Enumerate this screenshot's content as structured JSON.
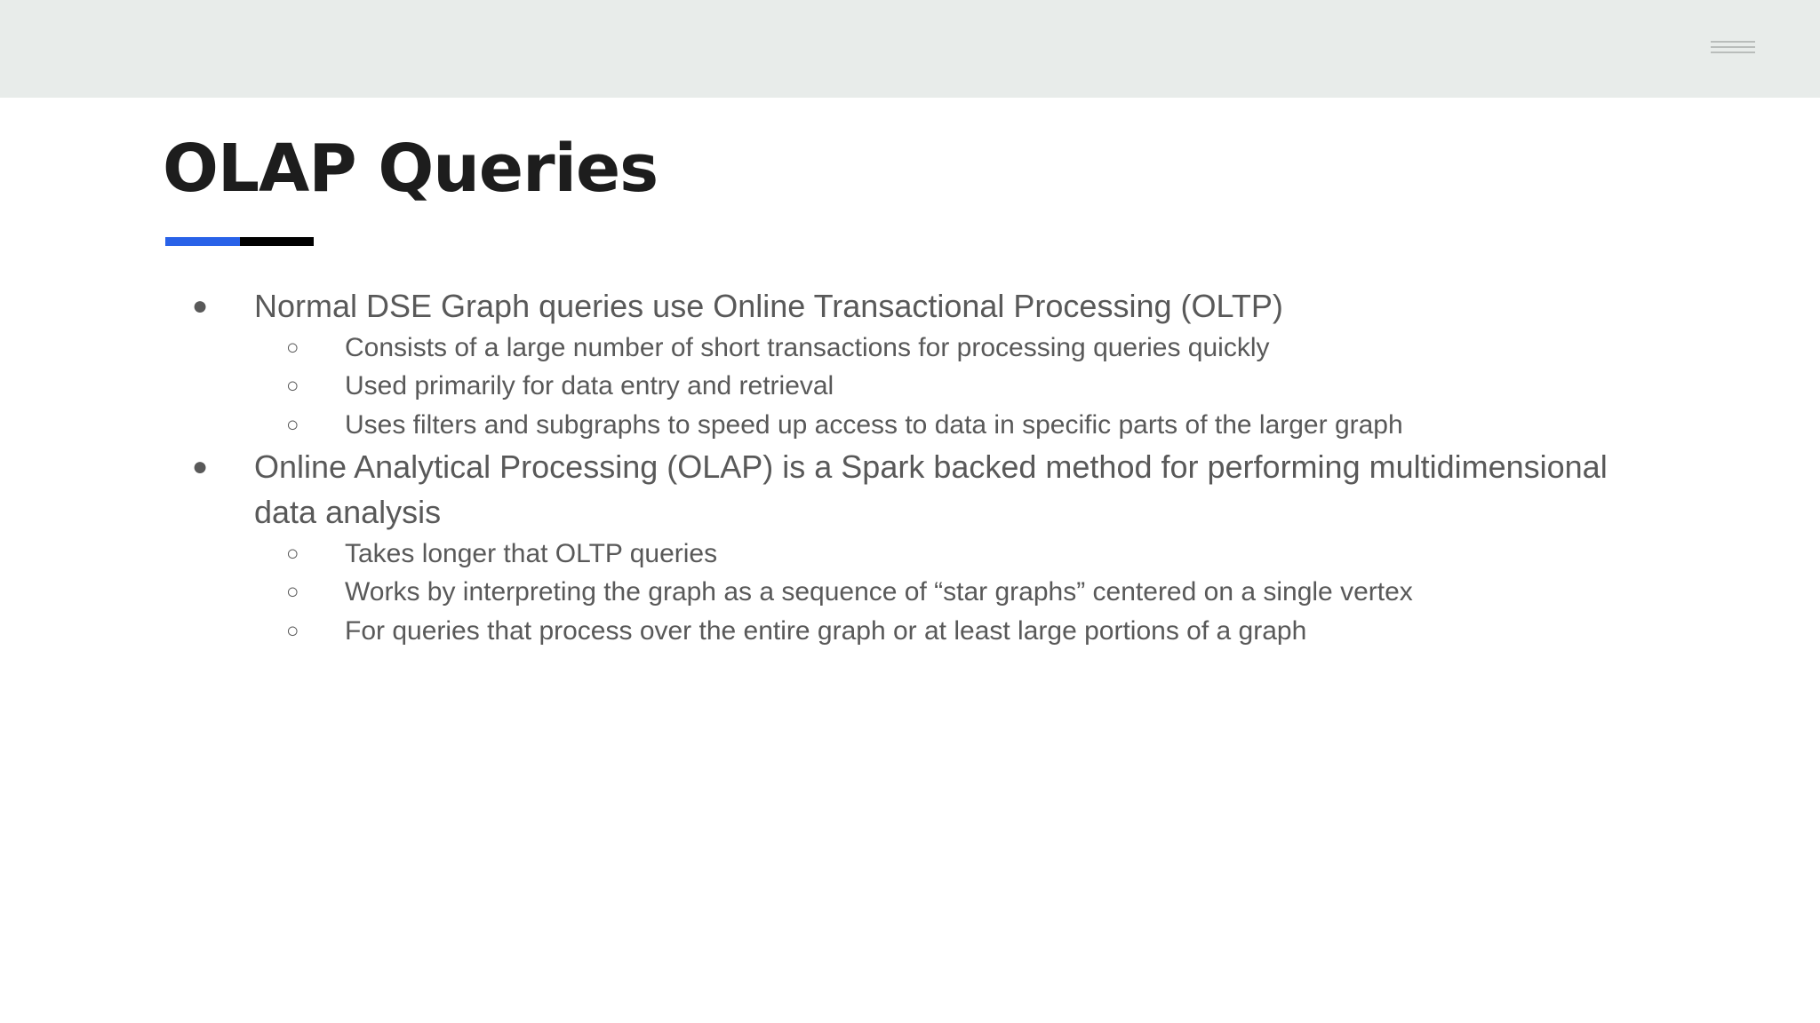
{
  "slide": {
    "title": "OLAP Queries",
    "colors": {
      "header_band": "#e8ecea",
      "accent_blue": "#2962e8",
      "accent_black": "#000000",
      "body_text": "#595959",
      "title_text": "#1d1d1d"
    },
    "icons": {
      "menu": "hamburger-menu-icon"
    },
    "bullets": [
      {
        "text": "Normal DSE Graph queries use Online Transactional Processing (OLTP)",
        "subitems": [
          "Consists of a large number of short transactions for processing queries quickly",
          "Used primarily for data entry and retrieval",
          "Uses filters and subgraphs to speed up access to data in specific parts of the larger graph"
        ]
      },
      {
        "text_line1": "Online Analytical Processing (OLAP) is a Spark backed method for performing multidimensional",
        "text_line2": "data analysis",
        "subitems": [
          "Takes longer that OLTP queries",
          "Works by interpreting the graph as a sequence of “star graphs” centered on a single vertex",
          "For queries that process over the entire graph or at least large portions of a graph"
        ]
      }
    ]
  }
}
